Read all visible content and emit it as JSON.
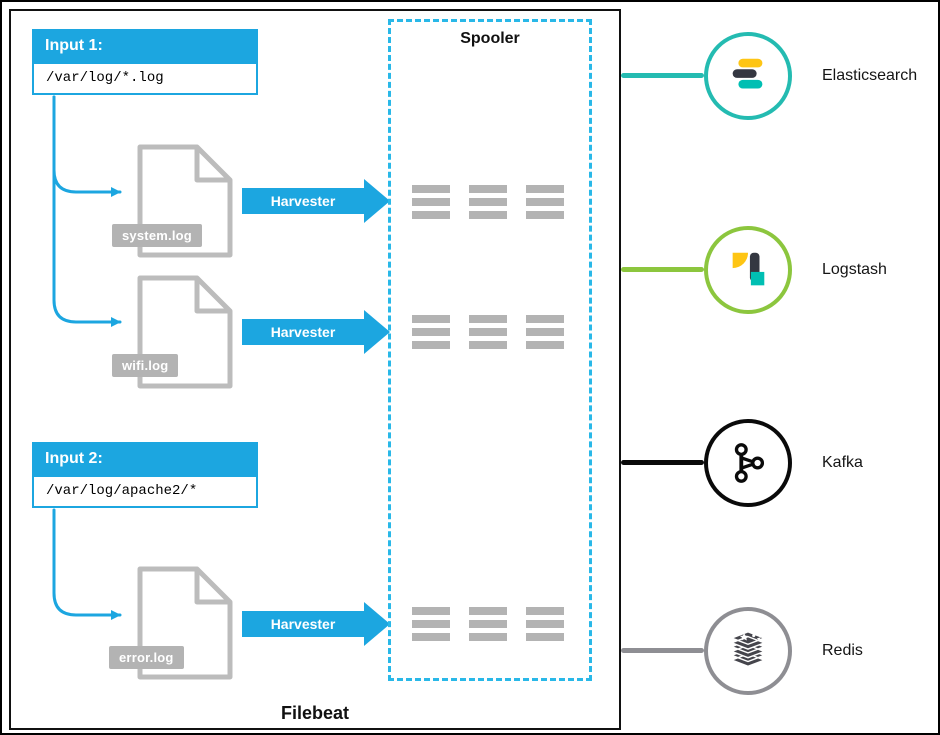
{
  "filebeat": {
    "title": "Filebeat",
    "spooler_label": "Spooler",
    "harvester_label": "Harvester",
    "inputs": [
      {
        "label": "Input 1:",
        "path": "/var/log/*.log"
      },
      {
        "label": "Input 2:",
        "path": "/var/log/apache2/*"
      }
    ],
    "files": [
      {
        "name": "system.log"
      },
      {
        "name": "wifi.log"
      },
      {
        "name": "error.log"
      }
    ]
  },
  "outputs": [
    {
      "label": "Elasticsearch",
      "color": "#24bbb1",
      "icon": "elasticsearch-logo"
    },
    {
      "label": "Logstash",
      "color": "#8cc63e",
      "icon": "logstash-logo"
    },
    {
      "label": "Kafka",
      "color": "#0a0a0a",
      "icon": "kafka-logo"
    },
    {
      "label": "Redis",
      "color": "#8e8e93",
      "icon": "redis-logo"
    }
  ],
  "colors": {
    "flow_blue": "#1ca6e0",
    "spooler_border": "#29b8e8",
    "event_bar_gray": "#b3b3b3",
    "file_outline_gray": "#bcbcbc",
    "logo_yellow": "#fec514",
    "logo_teal": "#00bfb3",
    "logo_dark": "#343741"
  }
}
